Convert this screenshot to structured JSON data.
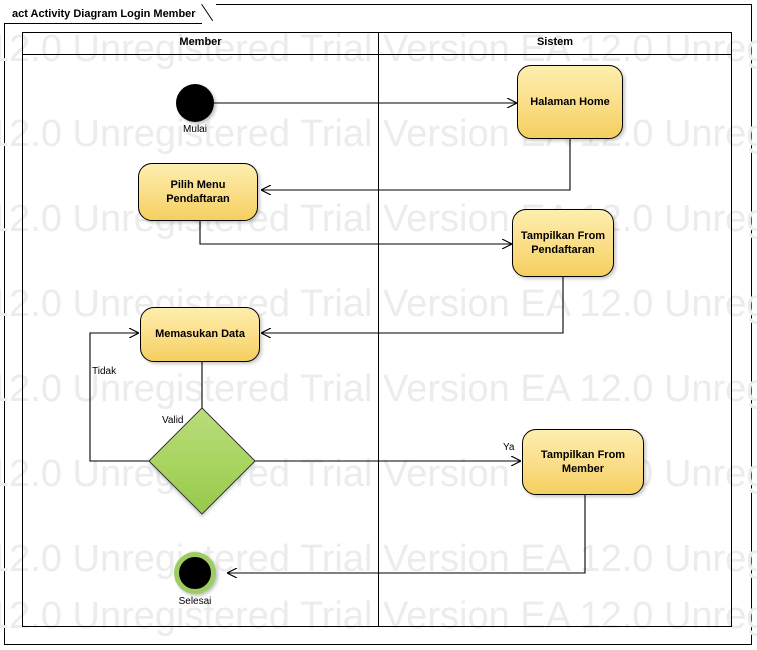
{
  "diagram": {
    "frame_title": "act Activity Diagram Login Member",
    "watermark_text": "12.0 Unregistered Trial Version    EA 12.0 Unregistered Trial ",
    "colors": {
      "action_fill": "#fbe08e",
      "action_border": "#000000",
      "decision_fill": "#a7d45e",
      "final_ring": "#9ccd62",
      "initial_fill": "#000000",
      "watermark": "#ececec"
    }
  },
  "lanes": [
    {
      "name": "Member"
    },
    {
      "name": "Sistem"
    }
  ],
  "nodes": {
    "initial": {
      "label": "Mulai",
      "type": "initial-node",
      "lane": "Member"
    },
    "halaman_home": {
      "label": "Halaman Home",
      "type": "action",
      "lane": "Sistem"
    },
    "pilih_menu": {
      "label": "Pilih Menu Pendaftaran",
      "line1": "Pilih Menu",
      "line2": "Pendaftaran",
      "type": "action",
      "lane": "Member"
    },
    "tampilkan_pendaftaran": {
      "label": "Tampilkan From Pendaftaran",
      "line1": "Tampilkan From",
      "line2": "Pendaftaran",
      "type": "action",
      "lane": "Sistem"
    },
    "memasukan_data": {
      "label": "Memasukan Data",
      "type": "action",
      "lane": "Member"
    },
    "decision": {
      "label": "Valid",
      "type": "decision-node",
      "lane": "Member"
    },
    "tampilkan_member": {
      "label": "Tampilkan From Member",
      "line1": "Tampilkan From",
      "line2": "Member",
      "type": "action",
      "lane": "Sistem"
    },
    "final": {
      "label": "Selesai",
      "type": "final-node",
      "lane": "Member"
    }
  },
  "edge_labels": {
    "tidak": "Tidak",
    "valid": "Valid",
    "ya": "Ya"
  },
  "flows": [
    {
      "from": "Mulai",
      "to": "Halaman Home",
      "guard": ""
    },
    {
      "from": "Halaman Home",
      "to": "Pilih Menu Pendaftaran",
      "guard": ""
    },
    {
      "from": "Pilih Menu Pendaftaran",
      "to": "Tampilkan From Pendaftaran",
      "guard": ""
    },
    {
      "from": "Tampilkan From Pendaftaran",
      "to": "Memasukan Data",
      "guard": ""
    },
    {
      "from": "Memasukan Data",
      "to": "Valid",
      "guard": "Valid"
    },
    {
      "from": "Valid",
      "to": "Memasukan Data",
      "guard": "Tidak"
    },
    {
      "from": "Valid",
      "to": "Tampilkan From Member",
      "guard": "Ya"
    },
    {
      "from": "Tampilkan From Member",
      "to": "Selesai",
      "guard": ""
    }
  ]
}
